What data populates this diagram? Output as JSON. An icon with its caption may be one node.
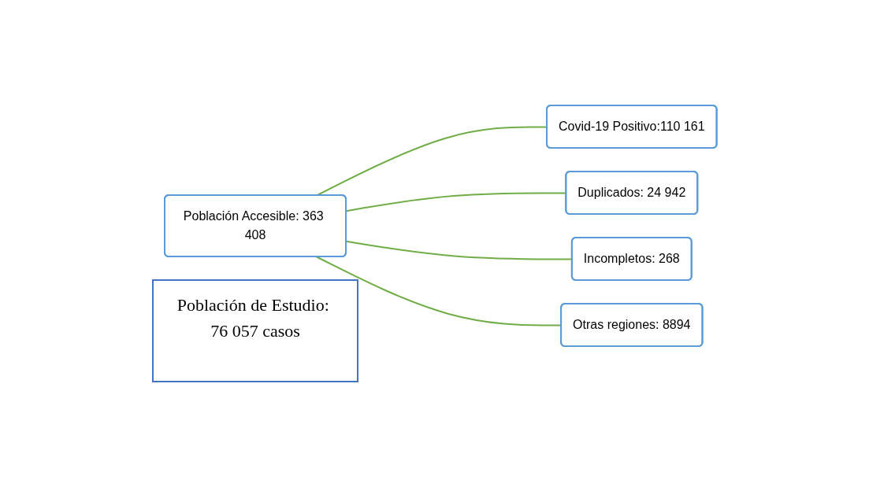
{
  "diagram": {
    "nodes": [
      {
        "text": [
          "Población Accesible: 363 408"
        ]
      },
      {
        "text": [
          "Covid-19 Positivo:110 161"
        ]
      },
      {
        "text": [
          "Duplicados: 24 942"
        ]
      },
      {
        "text": [
          "Incompletos: 268"
        ]
      },
      {
        "text": [
          "Otras regiones: 8894"
        ]
      },
      {
        "text": [
          "Población de Estudio: 76 057 casos"
        ]
      }
    ],
    "edges": [
      {
        "from": 0,
        "to": 1,
        "arrow": "none"
      },
      {
        "from": 0,
        "to": 2,
        "arrow": "none"
      },
      {
        "from": 0,
        "to": 3,
        "arrow": "none"
      },
      {
        "from": 0,
        "to": 4,
        "arrow": "none"
      }
    ]
  }
}
